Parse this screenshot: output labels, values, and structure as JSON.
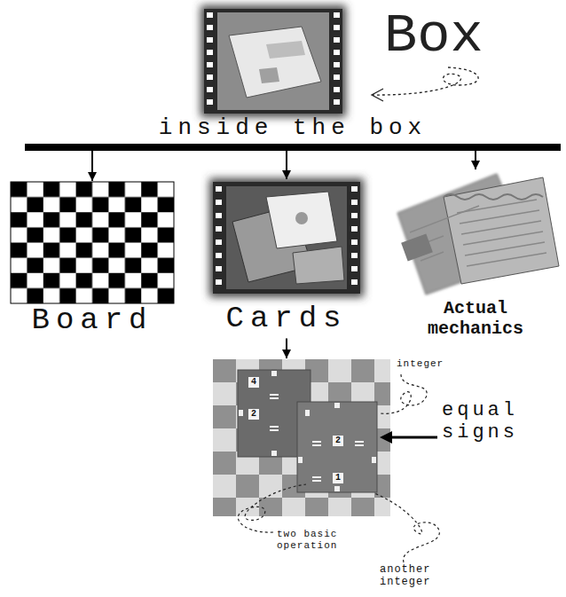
{
  "diagram": {
    "nodes": [
      {
        "text": [
          "Box"
        ]
      },
      {
        "text": [
          "inside the box"
        ]
      },
      {
        "text": [
          "Board"
        ]
      },
      {
        "text": [
          "Cards"
        ]
      },
      {
        "text": [
          "Actual mechanics"
        ]
      },
      {
        "text": [
          "4",
          "2",
          "2",
          "1"
        ]
      }
    ],
    "edges": [
      {
        "from": 1,
        "to": 2,
        "arrow": "to"
      },
      {
        "from": 1,
        "to": 3,
        "arrow": "to"
      },
      {
        "from": 1,
        "to": 4,
        "arrow": "to"
      },
      {
        "from": 3,
        "to": 5,
        "arrow": "to"
      }
    ],
    "labels": [
      "integer",
      "equal signs",
      "two basic operation",
      "another integer"
    ]
  }
}
